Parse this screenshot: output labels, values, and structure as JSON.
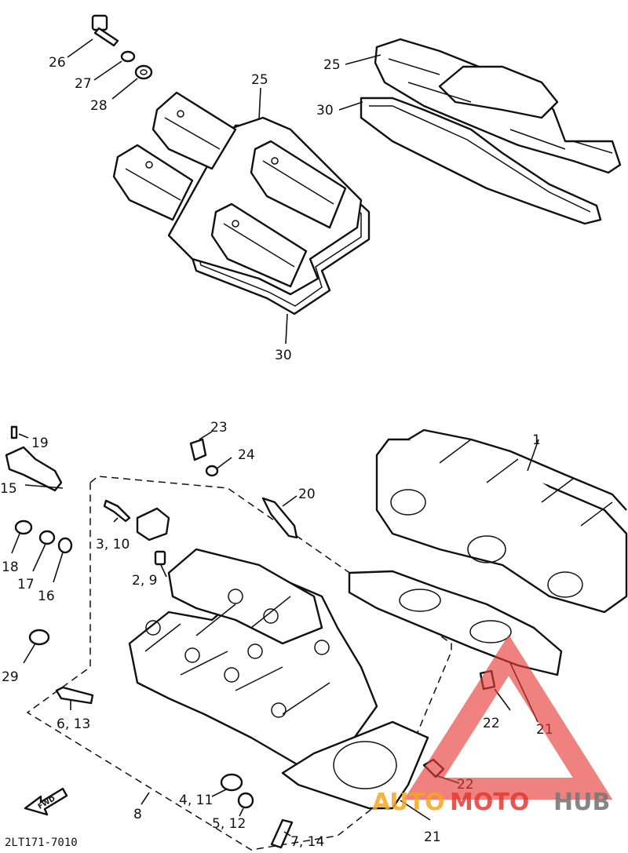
{
  "callouts": {
    "c1": "1",
    "c2_9": "2, 9",
    "c3_10": "3, 10",
    "c4_11": "4, 11",
    "c5_12": "5, 12",
    "c6_13": "6, 13",
    "c7_14": "7, 14",
    "c8": "8",
    "c15": "15",
    "c16": "16",
    "c17": "17",
    "c18": "18",
    "c19": "19",
    "c20": "20",
    "c21_right": "21",
    "c21_bottom": "21",
    "c22_top": "22",
    "c22_bottom": "22",
    "c23": "23",
    "c24": "24",
    "c25_left": "25",
    "c25_right": "25",
    "c26": "26",
    "c27": "27",
    "c28": "28",
    "c29": "29",
    "c30_left": "30",
    "c30_bottom": "30"
  },
  "fwd_label": "FWD",
  "diagram_code": "2LT171-7010",
  "watermark": {
    "auto": "AUTO",
    "moto": "MOTO",
    "hub": "HUB",
    "color_red": "#e53935",
    "color_orange": "#f5a623",
    "color_gray": "#7a7a7a"
  }
}
